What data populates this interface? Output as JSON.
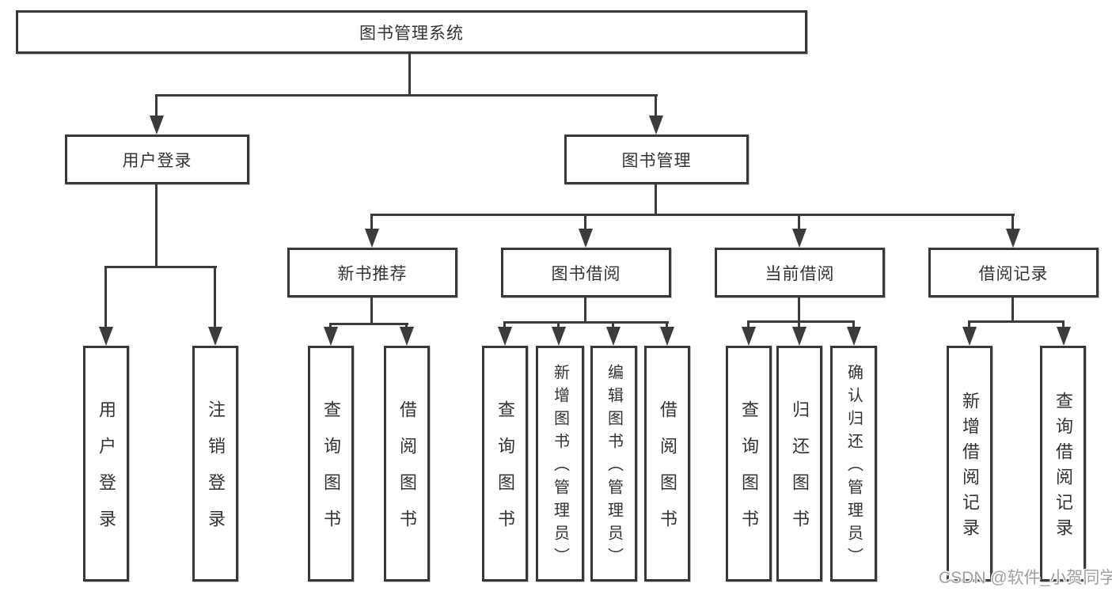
{
  "diagram": {
    "title": "图书管理系统",
    "tree": {
      "root": "图书管理系统",
      "branches": [
        {
          "label": "用户登录",
          "children": [
            "用户登录",
            "注销登录"
          ]
        },
        {
          "label": "图书管理",
          "children": [
            {
              "label": "新书推荐",
              "children": [
                "查询图书",
                "借阅图书"
              ]
            },
            {
              "label": "图书借阅",
              "children": [
                "查询图书",
                "新增图书（管理员）",
                "编辑图书（管理员）",
                "借阅图书"
              ]
            },
            {
              "label": "当前借阅",
              "children": [
                "查询图书",
                "归还图书",
                "确认归还（管理员）"
              ]
            },
            {
              "label": "借阅记录",
              "children": [
                "新增借阅记录",
                "查询借阅记录"
              ]
            }
          ]
        }
      ]
    }
  },
  "watermark": "CSDN @软件_小贺同学",
  "colors": {
    "line": "#3b3b3b",
    "box_border": "#383838",
    "text": "#333333",
    "watermark": "#a0a0a0",
    "background": "#ffffff"
  }
}
